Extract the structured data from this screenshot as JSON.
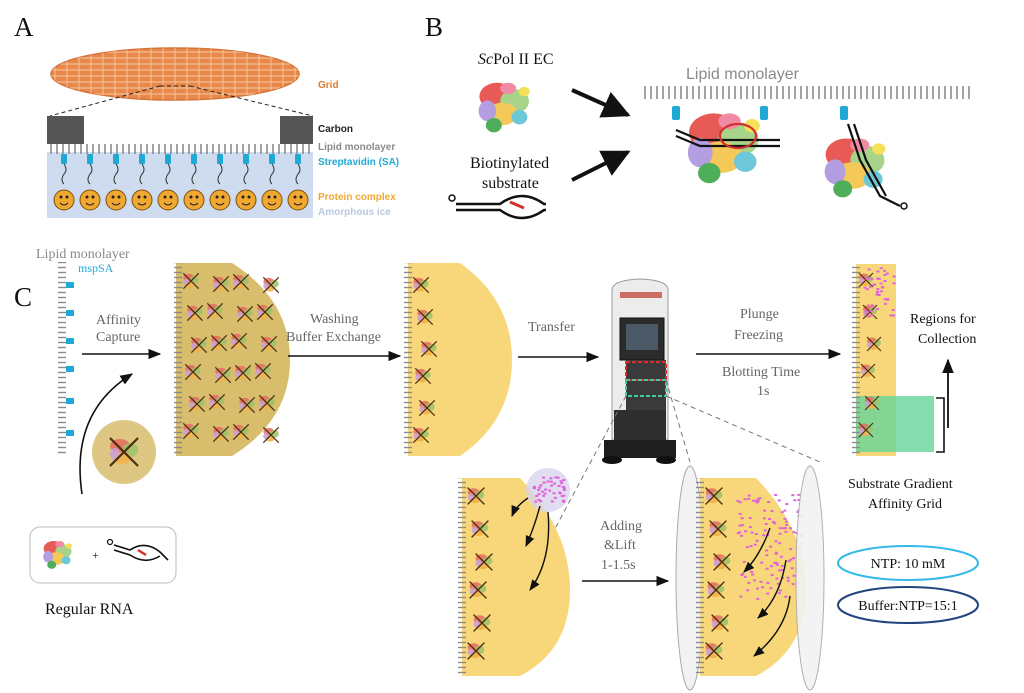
{
  "panels": {
    "a": "A",
    "b": "B",
    "c": "C"
  },
  "panel_a": {
    "grid": "Grid",
    "carbon": "Carbon",
    "lipid_monolayer": "Lipid monolayer",
    "streptavidin": "Streptavidin (SA)",
    "protein_complex": "Protein complex",
    "amorphous_ice": "Amorphous ice"
  },
  "panel_b": {
    "pol_title_italic": "Sc",
    "pol_title_rest": "Pol II EC",
    "biotin_line1": "Biotinylated",
    "biotin_line2": "substrate",
    "lipid_monolayer": "Lipid monolayer"
  },
  "panel_c": {
    "lipid_monolayer": "Lipid monolayer",
    "msp_sa": "mspSA",
    "affinity_capture_1": "Affinity",
    "affinity_capture_2": "Capture",
    "washing_1": "Washing",
    "washing_2": "Buffer Exchange",
    "transfer": "Transfer",
    "plunge_1": "Plunge",
    "plunge_2": "Freezing",
    "blotting_1": "Blotting Time",
    "blotting_2": "1s",
    "regions_1": "Regions for",
    "regions_2": "Collection",
    "gradient_1": "Substrate Gradient",
    "gradient_2": "Affinity Grid",
    "adding_1": "Adding",
    "adding_2": "&Lift",
    "adding_3": "1-1.5s",
    "ntp": "NTP: 10 mM",
    "buffer_ratio": "Buffer:NTP=15:1",
    "regular_rna": "Regular RNA",
    "plus": "+"
  },
  "colors": {
    "grid_orange": "#e8884a",
    "sa_cyan": "#21a9d6",
    "protein_orange": "#f0a830",
    "ice_blue": "#cfdcf0",
    "drop_gold": "#d7bd6c",
    "drop_yellow": "#f8d77a",
    "ntp_pink": "#e064d8",
    "green_region": "#66d39a",
    "ellipse_cyan": "#33b8e8",
    "ellipse_navy": "#23457f"
  }
}
